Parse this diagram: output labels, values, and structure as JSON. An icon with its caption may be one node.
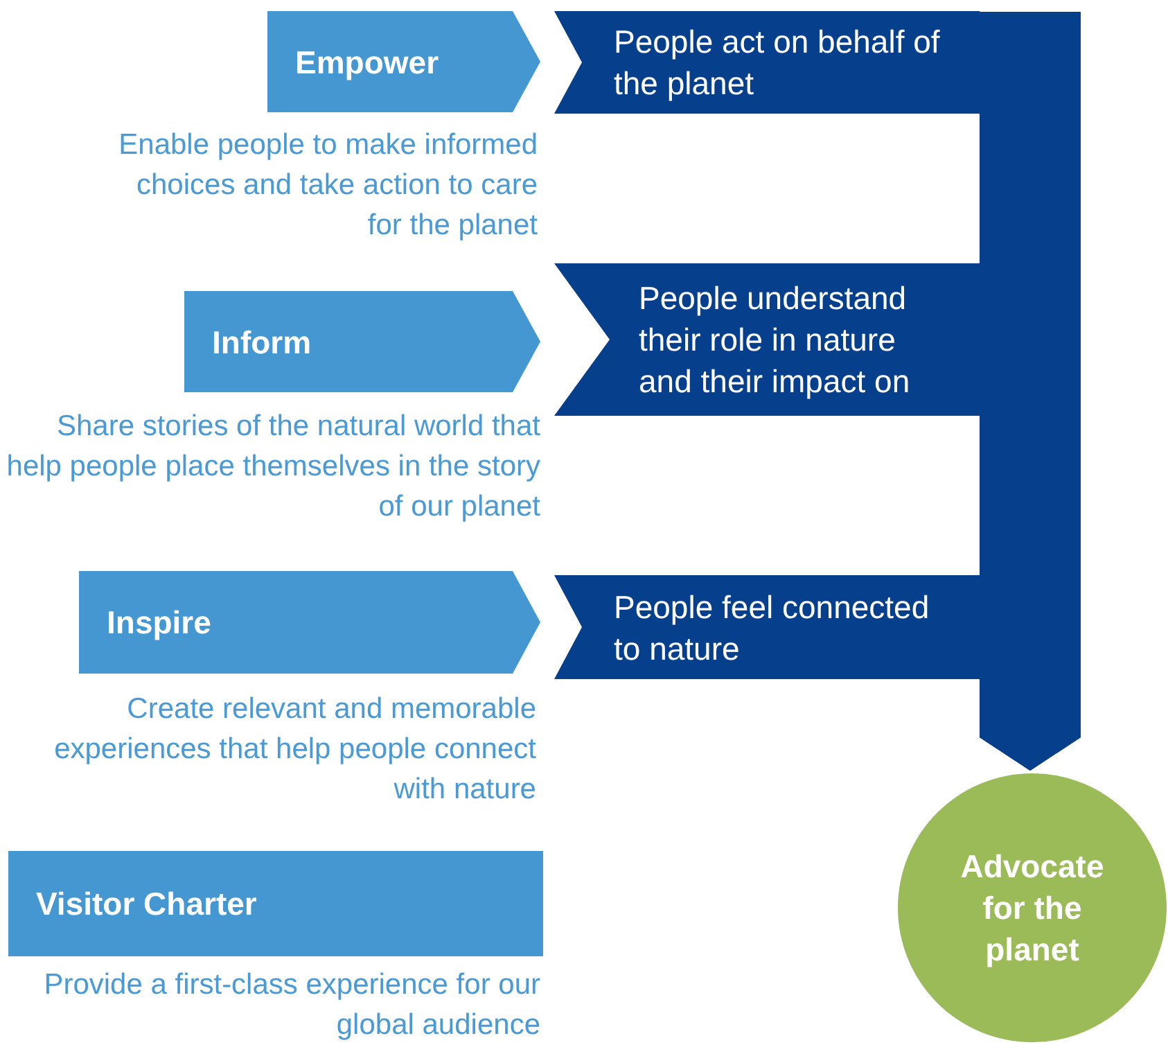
{
  "diagram": {
    "nodes": [
      {
        "text": [
          "Empower"
        ],
        "beside": [
          "Enable people to make informed choices and take action to care for the planet"
        ]
      },
      {
        "text": [
          "People act on behalf of the planet"
        ]
      },
      {
        "text": [
          "Inform"
        ],
        "beside": [
          "Share stories of the natural world that help people place themselves in the story of our planet"
        ]
      },
      {
        "text": [
          "People understand their role in nature and their impact on"
        ]
      },
      {
        "text": [
          "Inspire"
        ],
        "beside": [
          "Create relevant and memorable experiences that help people connect with nature"
        ]
      },
      {
        "text": [
          "People feel connected to nature"
        ]
      },
      {
        "text": [
          "Visitor Charter"
        ],
        "beside": [
          "Provide a first-class experience for our global audience"
        ]
      },
      {
        "text": [
          "Advocate for the planet"
        ]
      }
    ],
    "edges": [
      {
        "from": 1,
        "to": 7,
        "arrow": "to"
      },
      {
        "from": 3,
        "to": 7,
        "arrow": "to"
      },
      {
        "from": 5,
        "to": 7,
        "arrow": "to"
      }
    ]
  }
}
